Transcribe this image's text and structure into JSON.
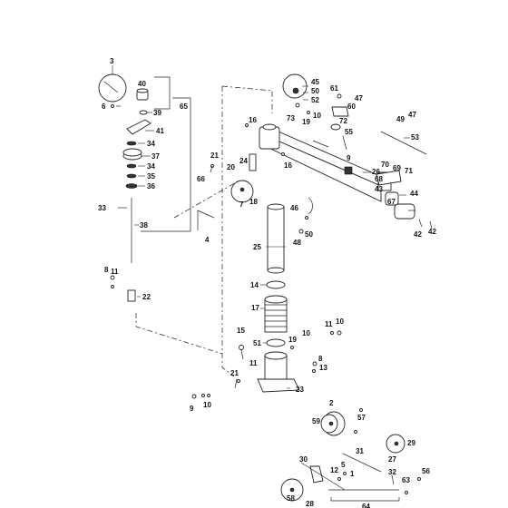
{
  "labels": {
    "p1": "3",
    "p2": "6",
    "p3": "40",
    "p4": "39",
    "p5": "65",
    "p6": "41",
    "p7": "34",
    "p8": "37",
    "p9": "34",
    "p10": "35",
    "p11": "36",
    "p12": "33",
    "p13": "38",
    "p14": "66",
    "p15": "4",
    "p16": "8",
    "p17": "11",
    "p18": "22",
    "p19": "45",
    "p20": "50",
    "p21": "52",
    "p22": "73",
    "p23": "19",
    "p24": "10",
    "p25": "61",
    "p26": "47",
    "p27": "60",
    "p28": "72",
    "p29": "55",
    "p30": "47",
    "p31": "49",
    "p32": "53",
    "p33": "16",
    "p34": "16",
    "p35": "21",
    "p36": "20",
    "p37": "24",
    "p38": "9",
    "p39": "26",
    "p40": "70",
    "p41": "69",
    "p42": "71",
    "p43": "68",
    "p44": "43",
    "p45": "18",
    "p46": "7",
    "p47": "44",
    "p48": "67",
    "p49": "46",
    "p50": "50",
    "p51": "48",
    "p52": "42",
    "p53": "42",
    "p54": "25",
    "p55": "14",
    "p56": "17",
    "p57": "15",
    "p58": "51",
    "p59": "19",
    "p60": "10",
    "p61": "11",
    "p62": "10",
    "p63": "8",
    "p64": "13",
    "p65": "11",
    "p66": "21",
    "p67": "23",
    "p68": "9",
    "p69": "10",
    "p70": "2",
    "p71": "57",
    "p72": "59",
    "p73": "29",
    "p74": "27",
    "p75": "31",
    "p76": "30",
    "p77": "1",
    "p78": "12",
    "p79": "5",
    "p80": "32",
    "p81": "63",
    "p82": "56",
    "p83": "58",
    "p84": "28",
    "p85": "64"
  }
}
